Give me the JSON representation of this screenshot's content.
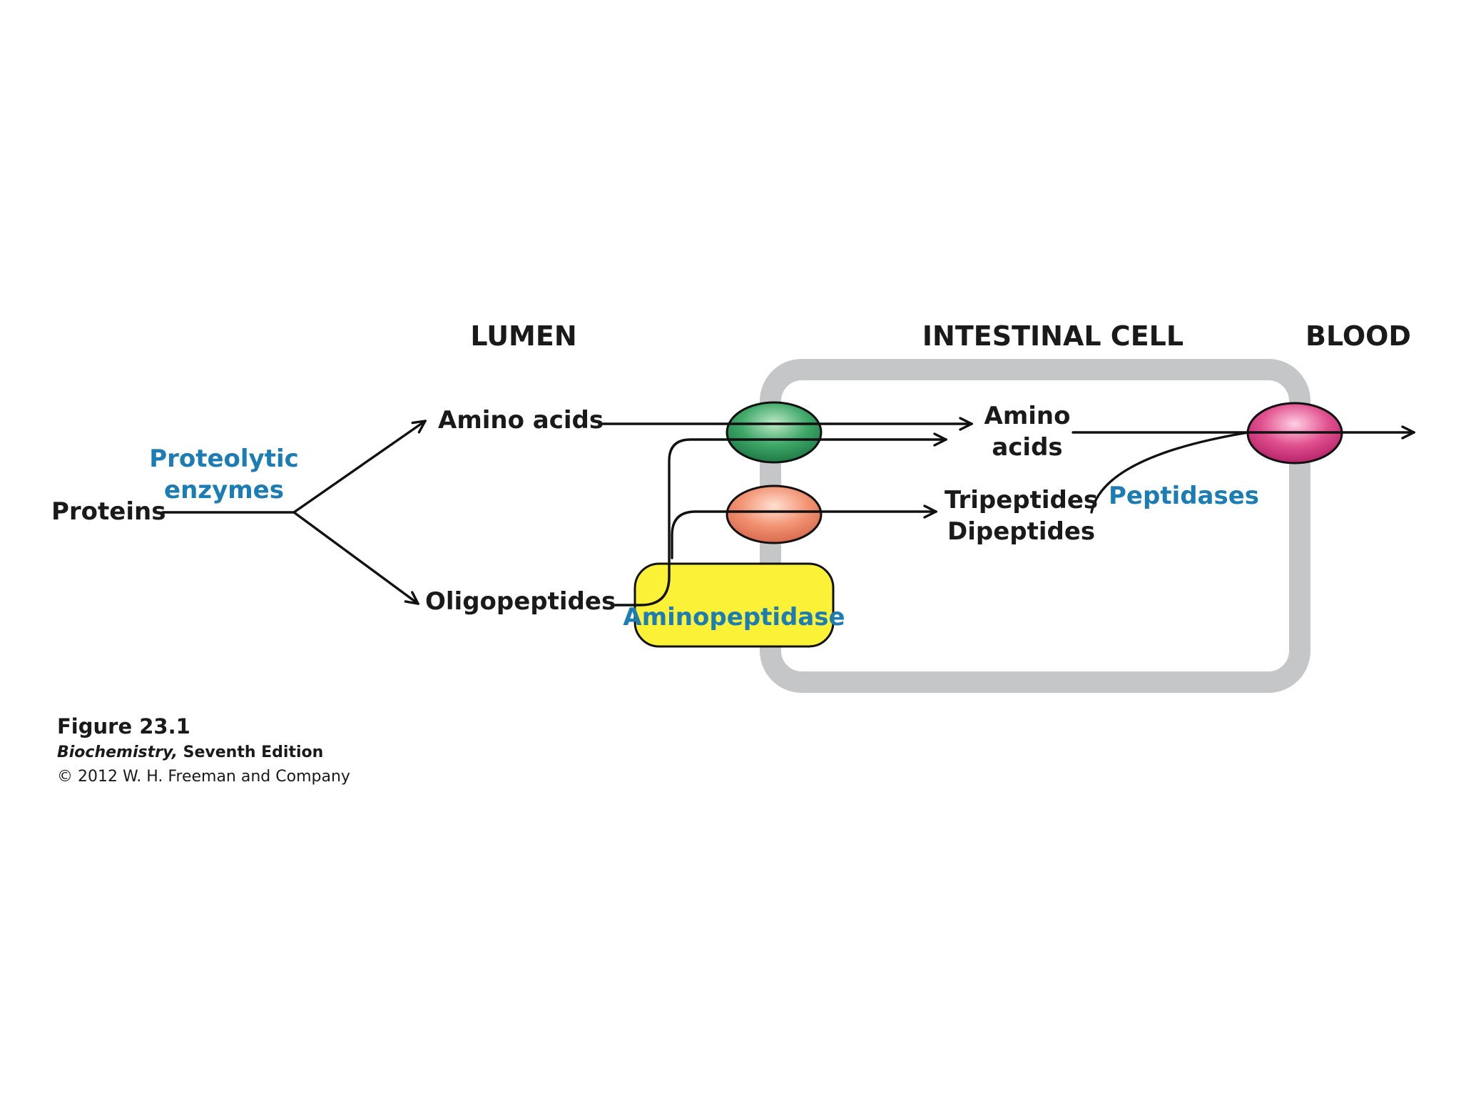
{
  "regions": {
    "lumen": "LUMEN",
    "intestinal_cell": "INTESTINAL CELL",
    "blood": "BLOOD"
  },
  "nodes": {
    "proteins": "Proteins",
    "amino_acids_lumen": "Amino acids",
    "oligopeptides": "Oligopeptides",
    "amino_acids_cell_line1": "Amino",
    "amino_acids_cell_line2": "acids",
    "tripeptides": "Tripeptides",
    "dipeptides": "Dipeptides"
  },
  "enzymes": {
    "proteolytic_line1": "Proteolytic",
    "proteolytic_line2": "enzymes",
    "aminopeptidase": "Aminopeptidase",
    "peptidases": "Peptidases"
  },
  "caption": {
    "figure": "Figure 23.1",
    "book_italic": "Biochemistry,",
    "book_rest": " Seventh Edition",
    "copyright": "© 2012 W. H. Freeman and Company"
  },
  "colors": {
    "cell_border": "#c4c6c8",
    "amino_transporter": "#2f9a5e",
    "peptide_transporter": "#ef8a70",
    "blood_transporter": "#d8407e",
    "aminopeptidase_fill": "#fbf136",
    "enzyme_text": "#1b7db3"
  }
}
